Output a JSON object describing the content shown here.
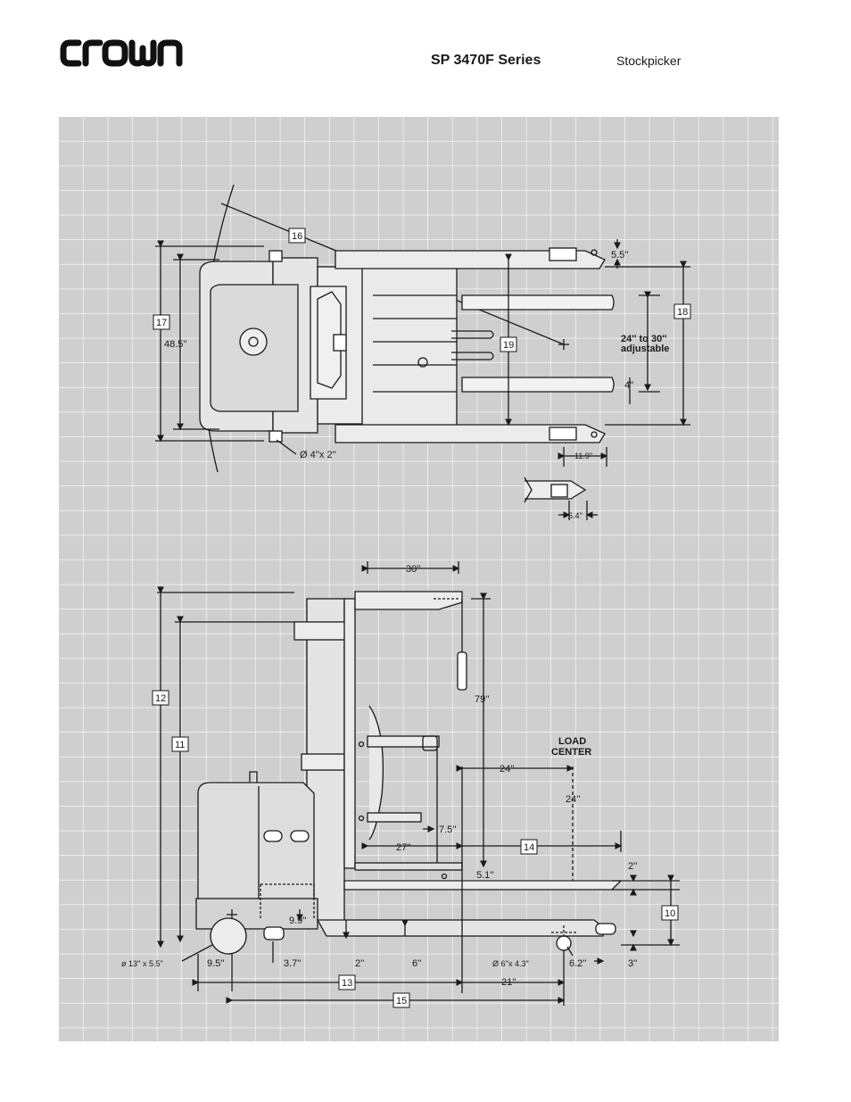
{
  "header": {
    "brand": "Crown",
    "title": "SP 3470F Series",
    "subtitle": "Stockpicker"
  },
  "colors": {
    "grid_bg": "#cfcfcf",
    "grid_line": "#ffffff",
    "ink": "#1a1a1a",
    "body_fill": "#d9d9d9"
  },
  "top_view": {
    "callouts": [
      "16",
      "17",
      "18",
      "19"
    ],
    "dims": {
      "width_485": "48.5''",
      "fork_tip": "5.5''",
      "fork_spread": "24'' to 30''",
      "fork_spread_sub": "adjustable",
      "fork_width": "4''",
      "caster": "Ø 4''x 2''",
      "outrigger": "11.9''",
      "outrigger_tip": "6.4''"
    }
  },
  "side_view": {
    "callouts": [
      "12",
      "11",
      "14",
      "10",
      "13",
      "15"
    ],
    "dims": {
      "platform": "30''",
      "height_79": "79''",
      "load_center_1": "LOAD",
      "load_center_2": "CENTER",
      "lc_horizontal": "24''",
      "lc_vertical": "24''",
      "d75": "7.5''",
      "d27": "27''",
      "d51": "5.1''",
      "d2a": "2''",
      "d99": "9.9''",
      "drive_wheel": "ø 13'' x 5.5''",
      "d95": "9.5''",
      "d37": "3.7''",
      "d2b": "2''",
      "d6": "6''",
      "load_wheel": "Ø 6''x 4.3''",
      "d62": "6.2''",
      "d3": "3''",
      "d21": "21''"
    }
  }
}
